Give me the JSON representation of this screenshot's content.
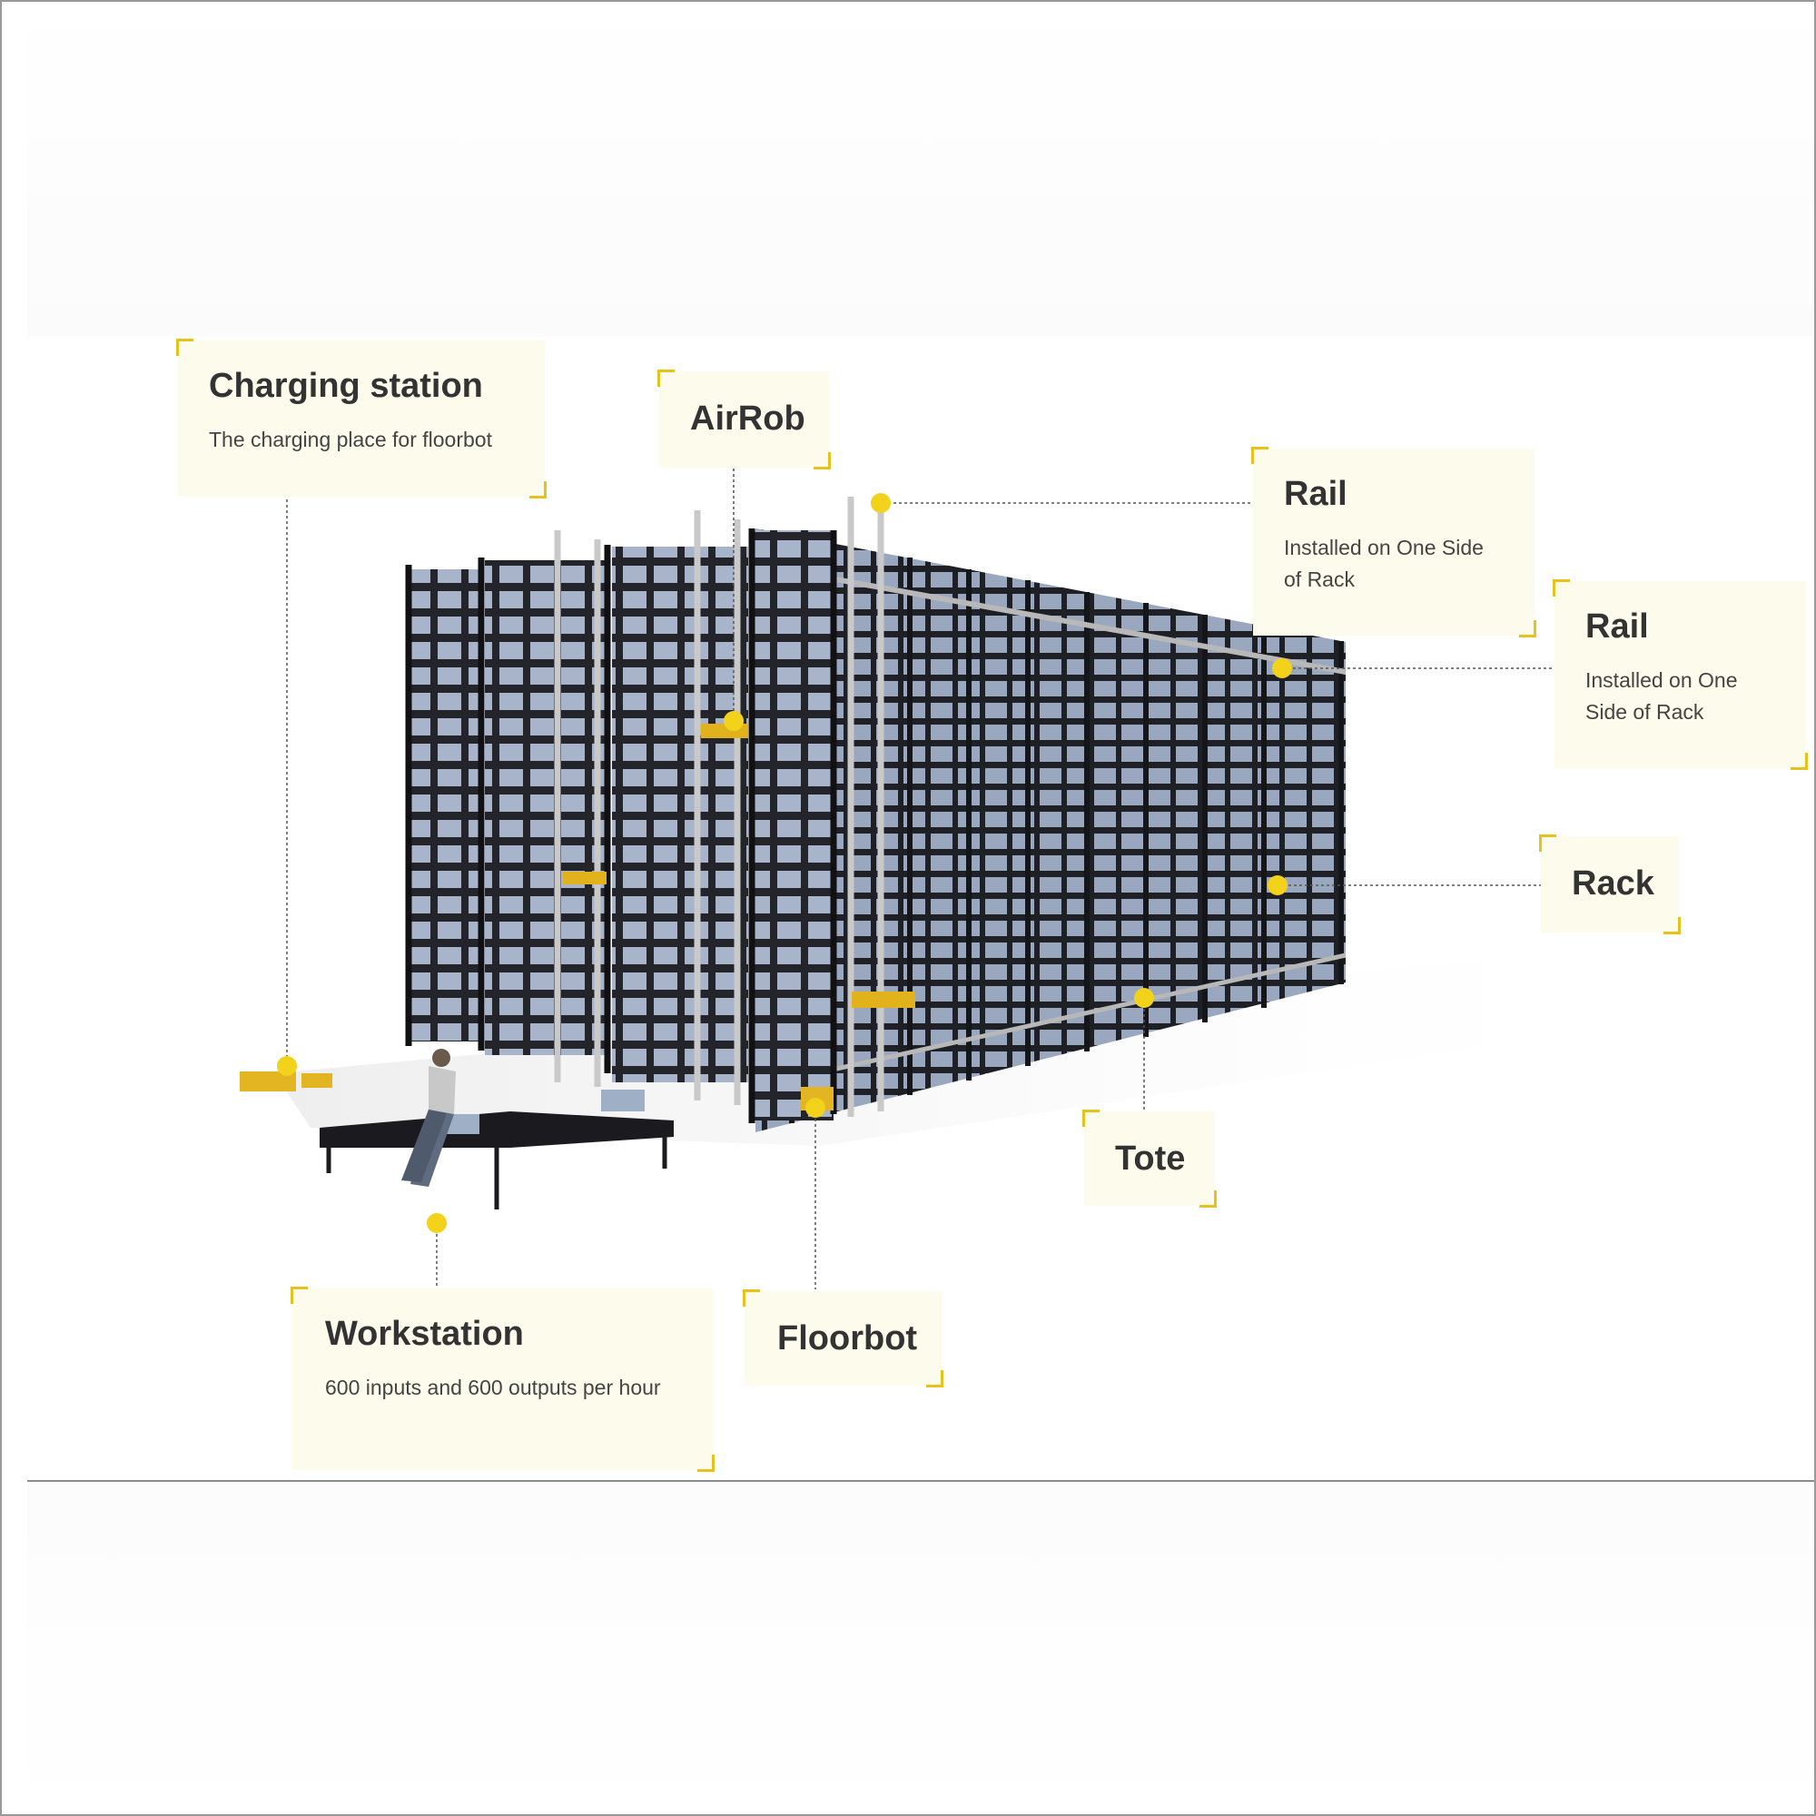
{
  "colors": {
    "accent": "#f2d21a",
    "callout_bg": "#fdfbec",
    "rack_steel": "#1e1e22",
    "tote_blue": "#9aa8bf"
  },
  "callouts": {
    "charging_station": {
      "title": "Charging station",
      "desc": "The charging place for floorbot"
    },
    "airrob": {
      "title": "AirRob"
    },
    "rail_upper": {
      "title": "Rail",
      "desc": "Installed on One Side of Rack"
    },
    "rail_lower": {
      "title": "Rail",
      "desc": "Installed on One Side of Rack"
    },
    "rack": {
      "title": "Rack"
    },
    "tote": {
      "title": "Tote"
    },
    "workstation": {
      "title": "Workstation",
      "desc": "600 inputs and 600 outputs per hour"
    },
    "floorbot": {
      "title": "Floorbot"
    }
  }
}
